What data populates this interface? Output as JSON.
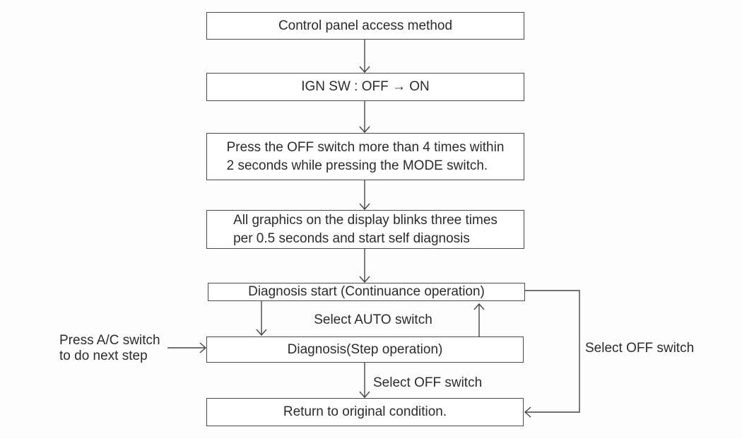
{
  "diagram": {
    "title": "Control panel access method flowchart",
    "colors": {
      "line": "#454545",
      "box_border": "#4a4a4a",
      "box_fill": "#ffffff",
      "text": "#2b2b2b",
      "background": "#fdfdfd"
    },
    "boxes": [
      {
        "id": "control-panel-access-method",
        "label": "Control panel access method"
      },
      {
        "id": "ign-sw-off-on",
        "label": "IGN SW : OFF → ON"
      },
      {
        "id": "press-off-switch",
        "label": "Press the OFF switch more than 4 times within\n2 seconds while pressing the MODE switch."
      },
      {
        "id": "graphics-blink",
        "label": "All graphics on the display blinks three times\nper 0.5 seconds and start self diagnosis"
      },
      {
        "id": "diagnosis-start",
        "label": "Diagnosis start (Continuance operation)"
      },
      {
        "id": "diagnosis-step",
        "label": "Diagnosis(Step operation)"
      },
      {
        "id": "return-original",
        "label": "Return to original condition."
      }
    ],
    "edge_labels": {
      "select_auto": "Select AUTO switch",
      "select_off_down": "Select OFF switch",
      "select_off_right": "Select OFF switch",
      "press_ac": "Press A/C switch\nto do next step"
    }
  }
}
